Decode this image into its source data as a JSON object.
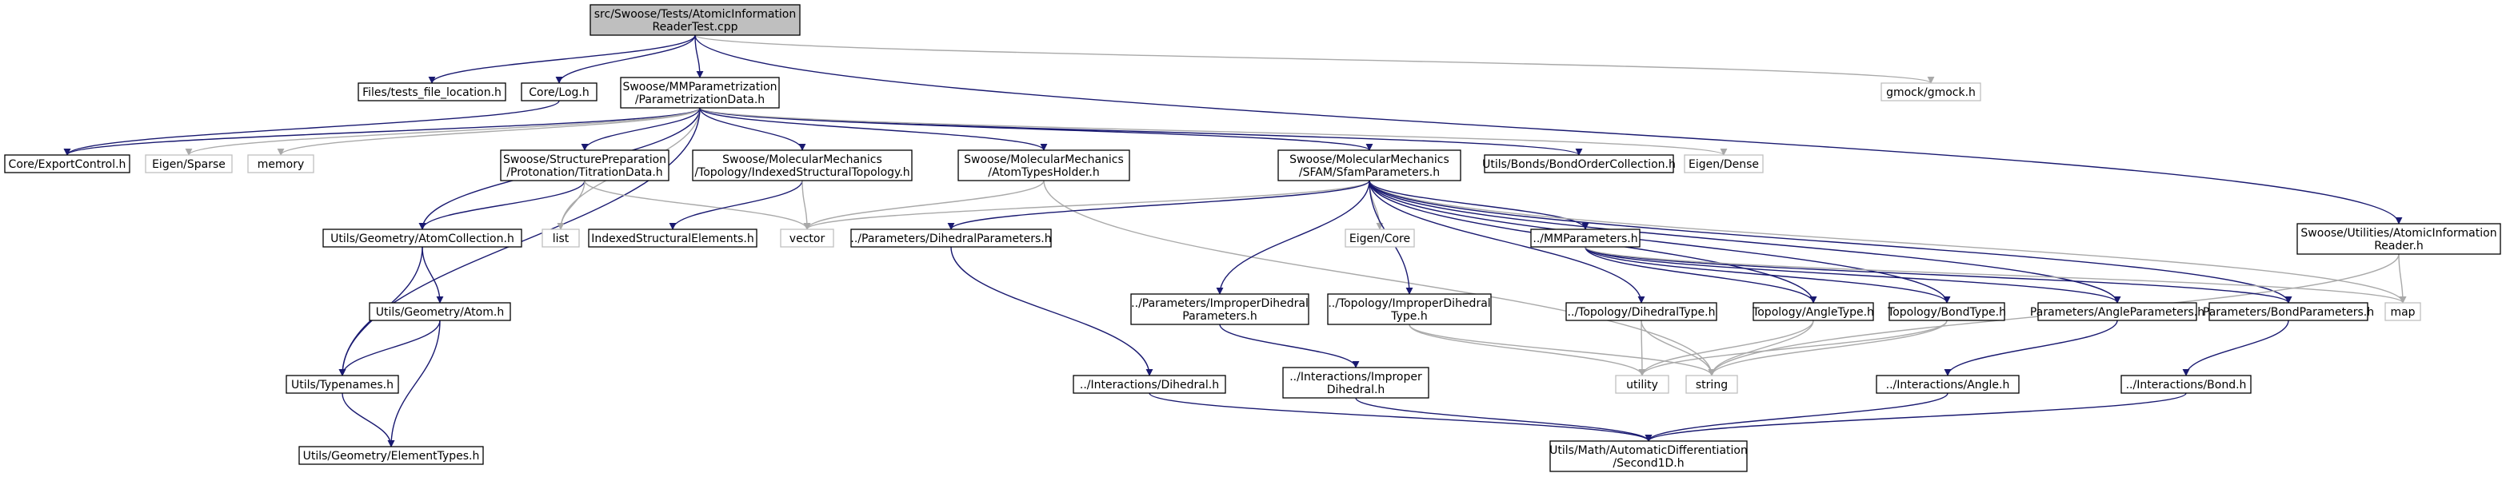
{
  "colors": {
    "edge_dark": "#191970",
    "edge_grey": "#a9a9a9",
    "root_fill": "#bfbfbf",
    "external_border": "#bfbfbf"
  },
  "nodes": {
    "root": [
      "src/Swoose/Tests/AtomicInformation",
      "ReaderTest.cpp"
    ],
    "tests_file_location": [
      "Files/tests_file_location.h"
    ],
    "core_log": [
      "Core/Log.h"
    ],
    "mmparametrization": [
      "Swoose/MMParametrization",
      "/ParametrizationData.h"
    ],
    "gmock": [
      "gmock/gmock.h"
    ],
    "export_control": [
      "Core/ExportControl.h"
    ],
    "eigen_sparse": [
      "Eigen/Sparse"
    ],
    "memory": [
      "memory"
    ],
    "titration": [
      "Swoose/StructurePreparation",
      "/Protonation/TitrationData.h"
    ],
    "indexed_topology": [
      "Swoose/MolecularMechanics",
      "/Topology/IndexedStructuralTopology.h"
    ],
    "atom_types_holder": [
      "Swoose/MolecularMechanics",
      "/AtomTypesHolder.h"
    ],
    "sfam_parameters": [
      "Swoose/MolecularMechanics",
      "/SFAM/SfamParameters.h"
    ],
    "bond_order": [
      "Utils/Bonds/BondOrderCollection.h"
    ],
    "eigen_dense": [
      "Eigen/Dense"
    ],
    "atomic_info_reader": [
      "Swoose/Utilities/AtomicInformation",
      "Reader.h"
    ],
    "atom_collection": [
      "Utils/Geometry/AtomCollection.h"
    ],
    "list": [
      "list"
    ],
    "indexed_elements": [
      "IndexedStructuralElements.h"
    ],
    "vector": [
      "vector"
    ],
    "dihedral_params": [
      "../Parameters/DihedralParameters.h"
    ],
    "eigen_core": [
      "Eigen/Core"
    ],
    "mm_parameters": [
      "../MMParameters.h"
    ],
    "map": [
      "map"
    ],
    "atom": [
      "Utils/Geometry/Atom.h"
    ],
    "improper_dihedral_params": [
      "../Parameters/ImproperDihedral",
      "Parameters.h"
    ],
    "improper_dihedral_type": [
      "../Topology/ImproperDihedral",
      "Type.h"
    ],
    "dihedral_type": [
      "../Topology/DihedralType.h"
    ],
    "angle_type": [
      "Topology/AngleType.h"
    ],
    "bond_type": [
      "Topology/BondType.h"
    ],
    "angle_params": [
      "Parameters/AngleParameters.h"
    ],
    "bond_params": [
      "Parameters/BondParameters.h"
    ],
    "typenames": [
      "Utils/Typenames.h"
    ],
    "utility": [
      "utility"
    ],
    "string": [
      "string"
    ],
    "interactions_dihedral": [
      "../Interactions/Dihedral.h"
    ],
    "interactions_improper": [
      "../Interactions/Improper",
      "Dihedral.h"
    ],
    "interactions_angle": [
      "../Interactions/Angle.h"
    ],
    "interactions_bond": [
      "../Interactions/Bond.h"
    ],
    "element_types": [
      "Utils/Geometry/ElementTypes.h"
    ],
    "second1d": [
      "Utils/Math/AutomaticDifferentiation",
      "/Second1D.h"
    ]
  }
}
